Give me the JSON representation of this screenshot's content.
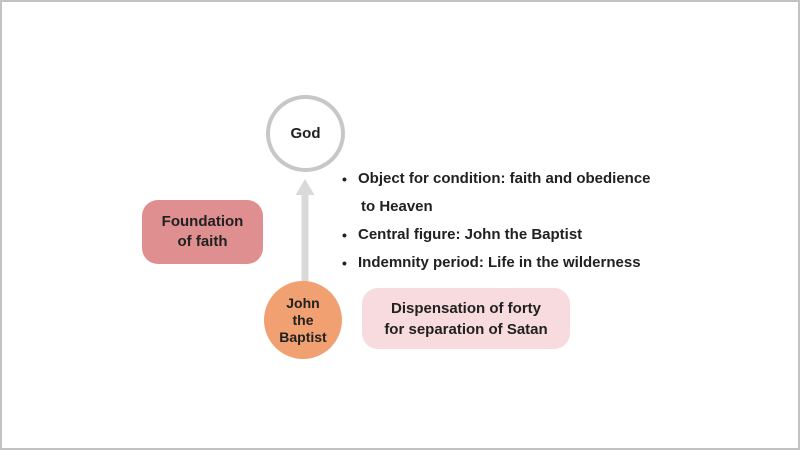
{
  "colors": {
    "slide_border": "#c2c2c2",
    "god_circle_border": "#c7c7c7",
    "arrow": "#d9d9d9",
    "foundation_box_fill": "#df8f90",
    "john_circle_fill": "#f1a072",
    "dispensation_box_fill": "#f7dbde",
    "text": "#212121"
  },
  "diagram": {
    "god_circle": {
      "label": "God"
    },
    "arrow": {
      "direction": "up"
    },
    "foundation_box": {
      "label": "Foundation of faith",
      "lines": [
        "Foundation",
        "of faith"
      ]
    },
    "john_circle": {
      "label": "John the Baptist",
      "lines": [
        "John",
        "the",
        "Baptist"
      ]
    },
    "dispensation_box": {
      "label": "Dispensation of forty for separation of Satan",
      "lines": [
        "Dispensation of forty",
        "for separation of Satan"
      ]
    }
  },
  "bullets": {
    "marker": "•",
    "items": [
      {
        "text": "Object for condition: faith and obedience to Heaven",
        "lines": [
          "Object for condition: faith and obedience",
          "to Heaven"
        ]
      },
      {
        "text": "Central figure: John the Baptist",
        "lines": [
          "Central figure: John the Baptist"
        ]
      },
      {
        "text": "Indemnity period: Life in the wilderness",
        "lines": [
          "Indemnity period: Life in the wilderness"
        ]
      }
    ]
  }
}
